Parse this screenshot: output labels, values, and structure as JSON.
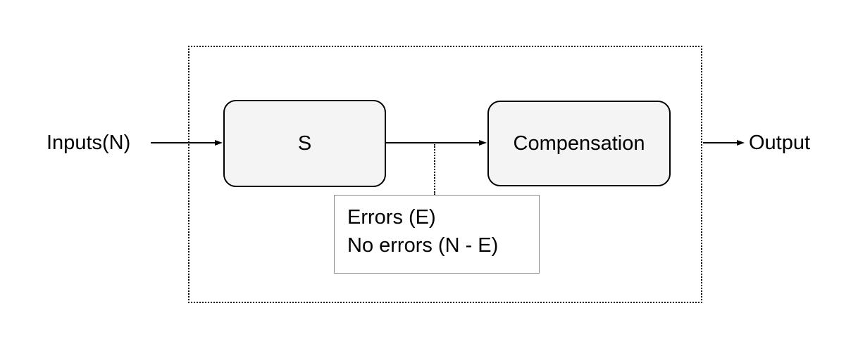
{
  "diagram": {
    "input_label": "Inputs(N)",
    "output_label": "Output",
    "blocks": [
      {
        "id": "s",
        "label": "S"
      },
      {
        "id": "compensation",
        "label": "Compensation"
      }
    ],
    "annotation": {
      "line1": "Errors (E)",
      "line2": "No errors (N - E)"
    },
    "colors": {
      "line": "#000000",
      "block_fill": "#f4f4f4",
      "block_border": "#000000",
      "annotation_border": "#8c8c8c",
      "background": "#ffffff"
    }
  }
}
